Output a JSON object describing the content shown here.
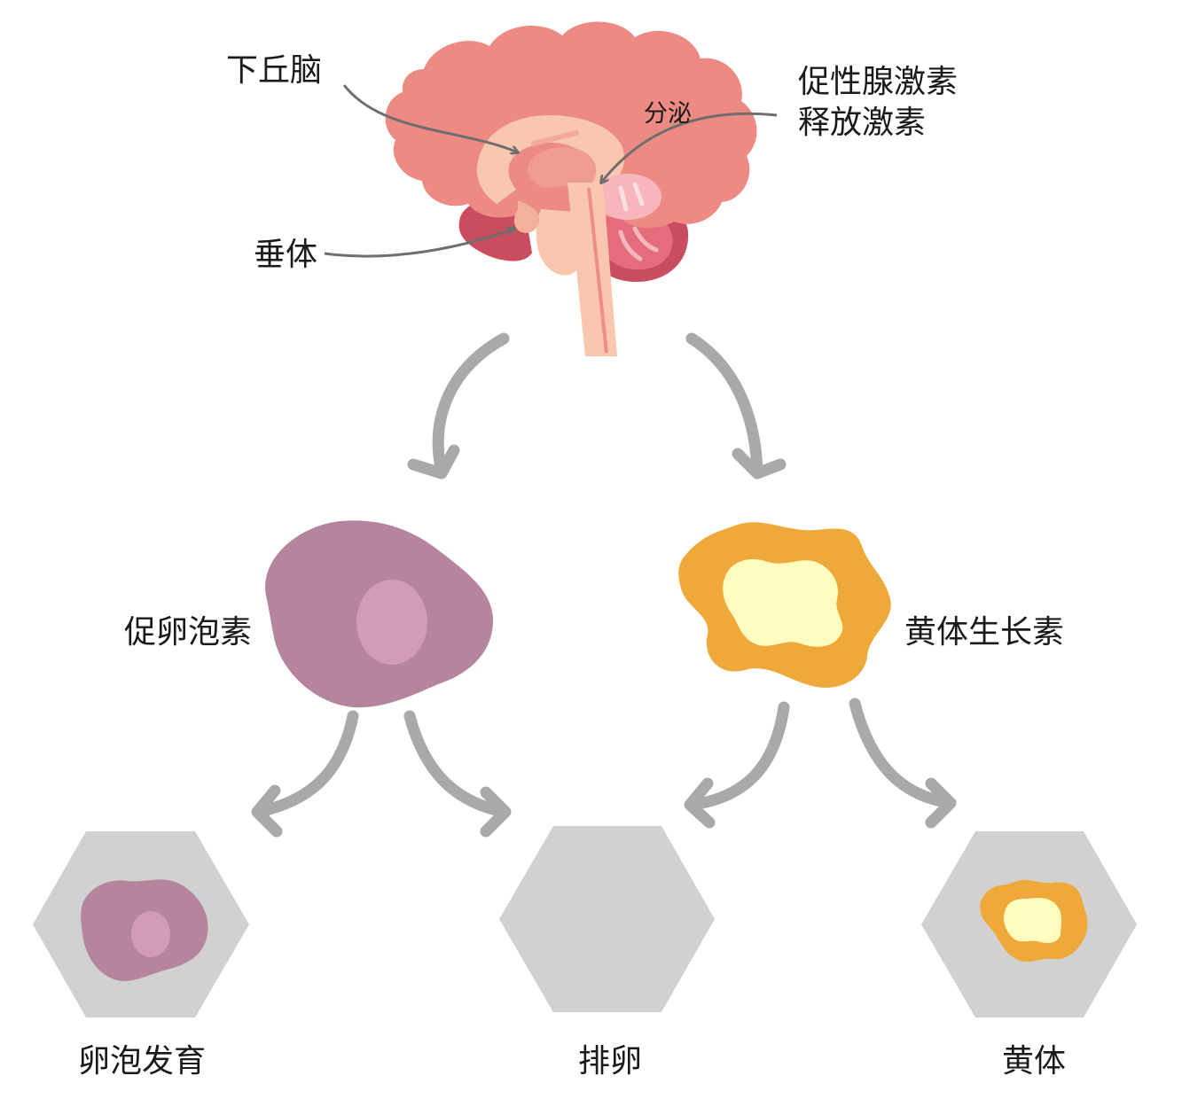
{
  "labels": {
    "hypothalamus": "下丘脑",
    "pituitary": "垂体",
    "secrete": "分泌",
    "gnrh_line1": "促性腺激素",
    "gnrh_line2": "释放激素",
    "fsh": "促卵泡素",
    "lh": "黄体生长素",
    "follicle_development": "卵泡发育",
    "ovulation": "排卵",
    "corpus_luteum": "黄体"
  },
  "colors": {
    "brain_outer": "#ed8a84",
    "brain_inner": "#ef9d8f",
    "brainstem": "#f9c7ae",
    "cerebellum": "#c94d5e",
    "cerebellum_light": "#e86e7c",
    "pituitary": "#f7b9a2",
    "arrow_gray": "#a9a9a9",
    "pointer_gray": "#6e6e6e",
    "fsh_cell": "#b5849d",
    "fsh_nucleus": "#d29cb8",
    "lh_outer": "#eea93a",
    "lh_inner": "#fffcc0",
    "hexagon": "#d2d1d1"
  },
  "icons": [
    "brain-illustration",
    "fsh-cell-icon",
    "lh-cell-icon",
    "follicle-hexagon",
    "ovulation-hexagon",
    "corpus-luteum-hexagon"
  ]
}
